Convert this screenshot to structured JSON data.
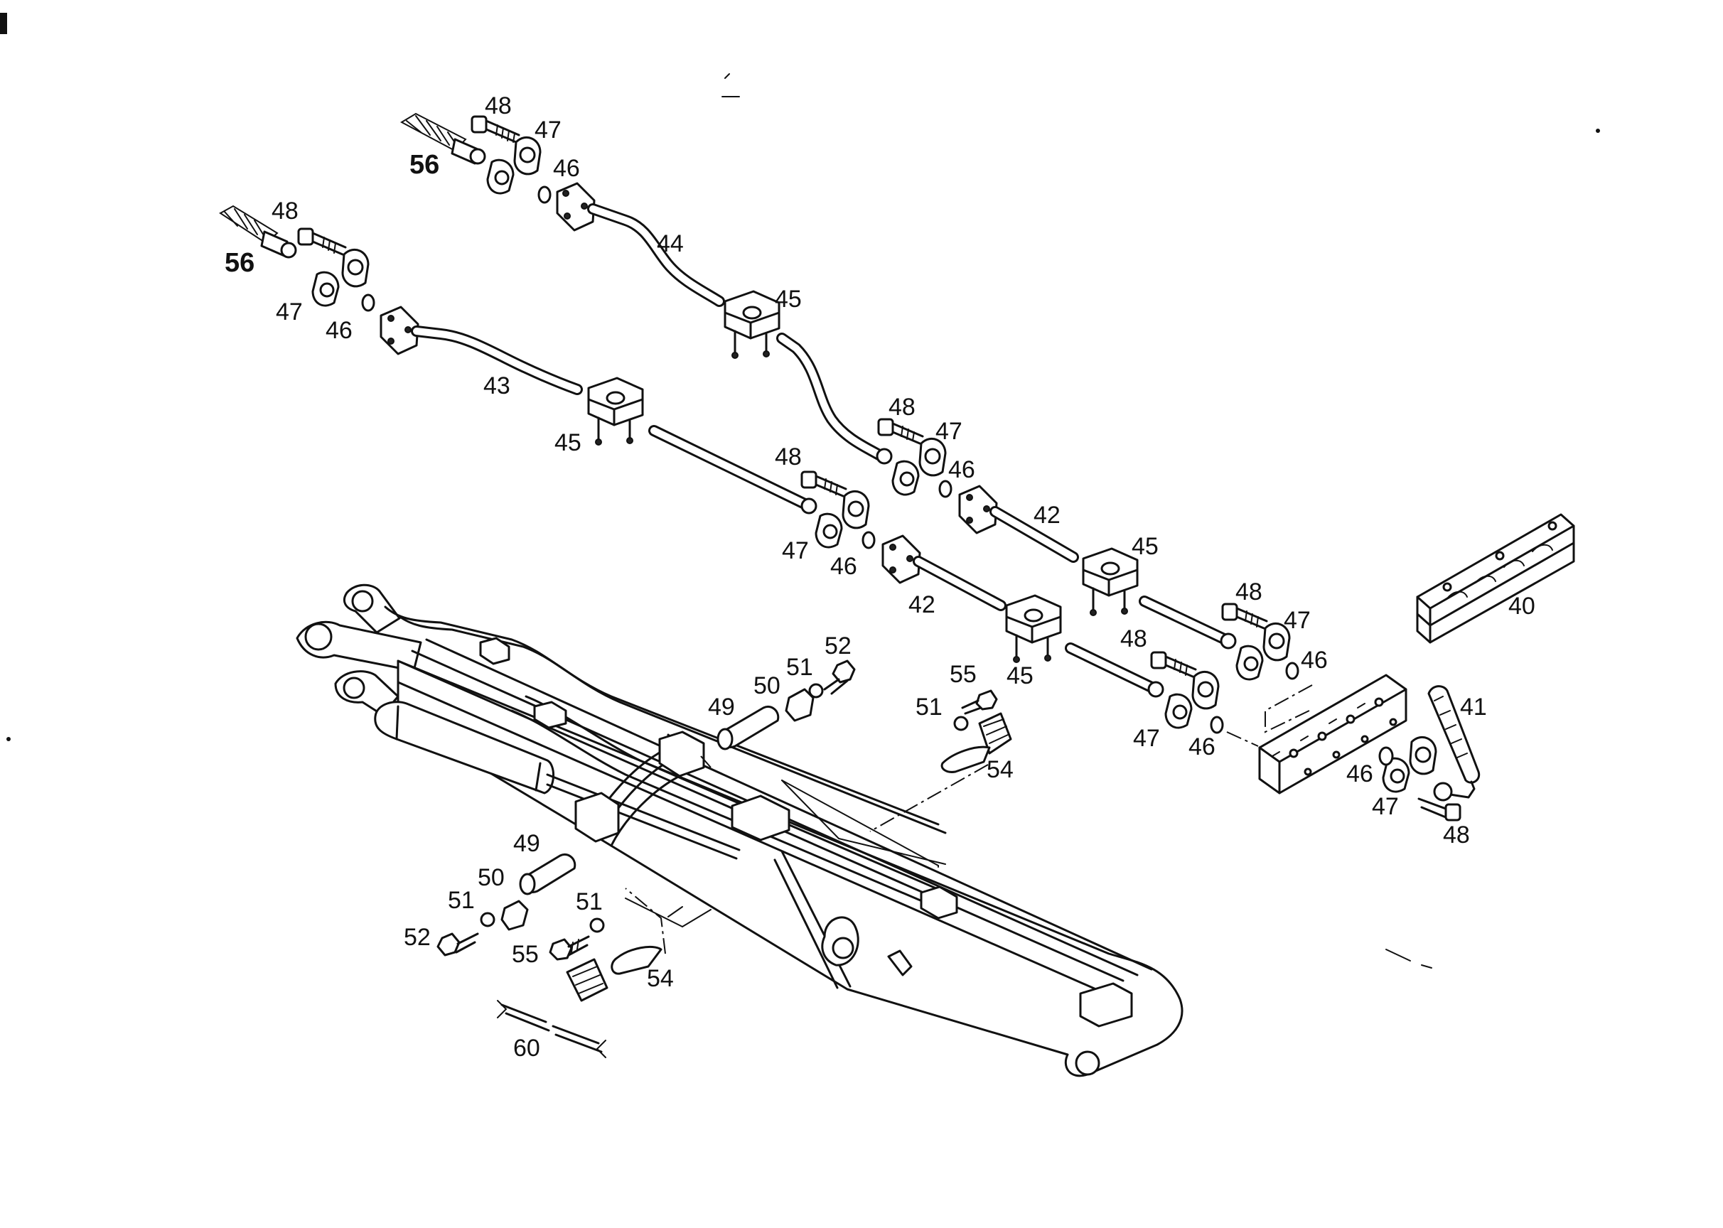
{
  "callouts": [
    {
      "id": "c40",
      "text": "40"
    },
    {
      "id": "c41",
      "text": "41"
    },
    {
      "id": "c42a",
      "text": "42"
    },
    {
      "id": "c42b",
      "text": "42"
    },
    {
      "id": "c43",
      "text": "43"
    },
    {
      "id": "c44",
      "text": "44"
    },
    {
      "id": "c45a",
      "text": "45"
    },
    {
      "id": "c45b",
      "text": "45"
    },
    {
      "id": "c45c",
      "text": "45"
    },
    {
      "id": "c45d",
      "text": "45"
    },
    {
      "id": "c46a",
      "text": "46"
    },
    {
      "id": "c46b",
      "text": "46"
    },
    {
      "id": "c46c",
      "text": "46"
    },
    {
      "id": "c46d",
      "text": "46"
    },
    {
      "id": "c46e",
      "text": "46"
    },
    {
      "id": "c46f",
      "text": "46"
    },
    {
      "id": "c46g",
      "text": "46"
    },
    {
      "id": "c47a",
      "text": "47"
    },
    {
      "id": "c47b",
      "text": "47"
    },
    {
      "id": "c47c",
      "text": "47"
    },
    {
      "id": "c47d",
      "text": "47"
    },
    {
      "id": "c47e",
      "text": "47"
    },
    {
      "id": "c47f",
      "text": "47"
    },
    {
      "id": "c47g",
      "text": "47"
    },
    {
      "id": "c48a",
      "text": "48"
    },
    {
      "id": "c48b",
      "text": "48"
    },
    {
      "id": "c48c",
      "text": "48"
    },
    {
      "id": "c48d",
      "text": "48"
    },
    {
      "id": "c48e",
      "text": "48"
    },
    {
      "id": "c48f",
      "text": "48"
    },
    {
      "id": "c48g",
      "text": "48"
    },
    {
      "id": "c49a",
      "text": "49"
    },
    {
      "id": "c49b",
      "text": "49"
    },
    {
      "id": "c50a",
      "text": "50"
    },
    {
      "id": "c50b",
      "text": "50"
    },
    {
      "id": "c51a",
      "text": "51"
    },
    {
      "id": "c51b",
      "text": "51"
    },
    {
      "id": "c51c",
      "text": "51"
    },
    {
      "id": "c51d",
      "text": "51"
    },
    {
      "id": "c52a",
      "text": "52"
    },
    {
      "id": "c52b",
      "text": "52"
    },
    {
      "id": "c54a",
      "text": "54"
    },
    {
      "id": "c54b",
      "text": "54"
    },
    {
      "id": "c55a",
      "text": "55"
    },
    {
      "id": "c55b",
      "text": "55"
    },
    {
      "id": "c56a",
      "text": "56"
    },
    {
      "id": "c56b",
      "text": "56"
    },
    {
      "id": "c60",
      "text": "60"
    }
  ]
}
